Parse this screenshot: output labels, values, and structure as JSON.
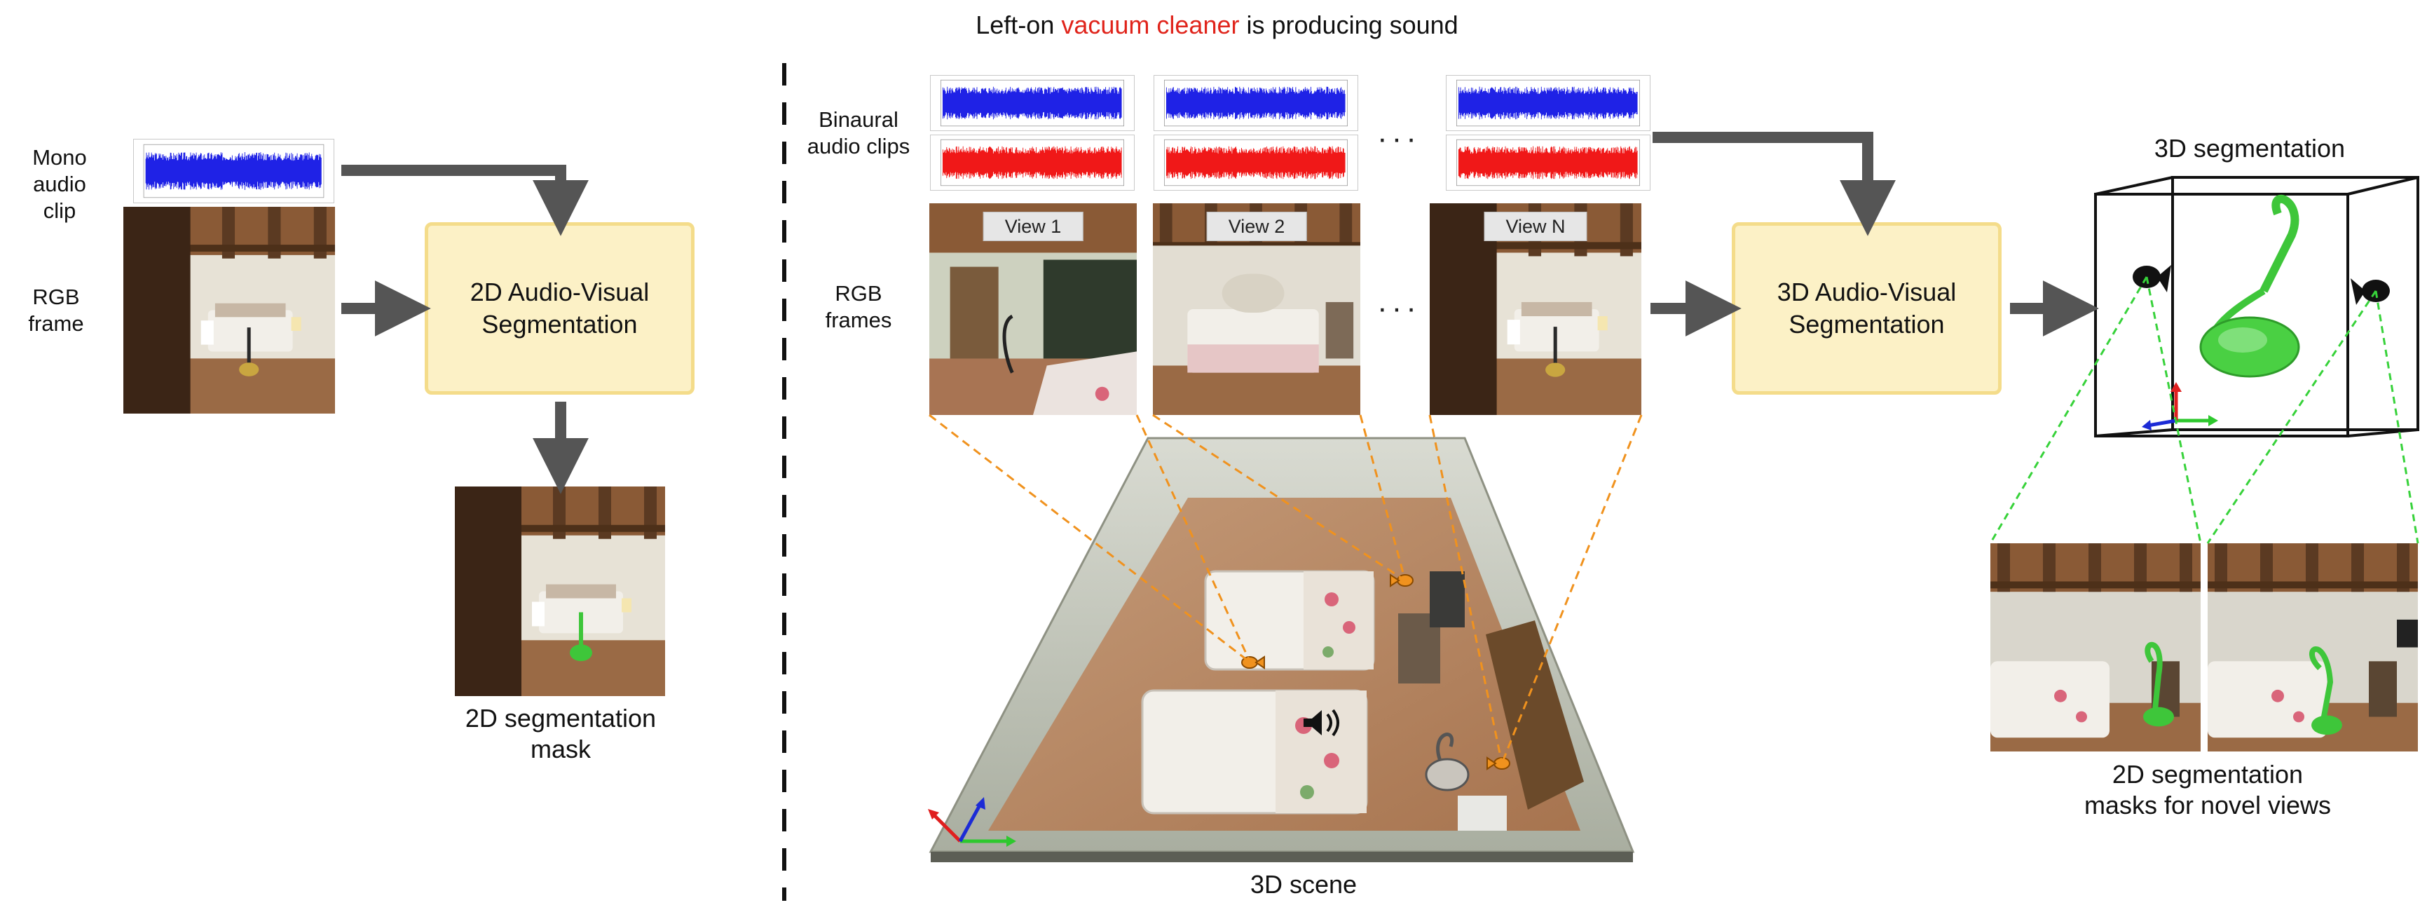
{
  "title": {
    "prefix": "Left-on ",
    "highlight": "vacuum cleaner",
    "suffix": " is producing sound",
    "highlight_color": "#e0241b"
  },
  "left": {
    "mono_label": "Mono\naudio clip",
    "rgb_label": "RGB\nframe",
    "box_label": "2D Audio-Visual\nSegmentation",
    "mask_label": "2D segmentation\nmask"
  },
  "right": {
    "binaural_label": "Binaural\naudio clips",
    "rgb_label": "RGB\nframes",
    "views": [
      "View 1",
      "View 2",
      "View N"
    ],
    "ellipsis": "···",
    "box_label": "3D Audio-Visual\nSegmentation",
    "seg3d_label": "3D segmentation",
    "scene_label": "3D scene",
    "novel_label": "2D segmentation\nmasks for novel views"
  },
  "colors": {
    "arrow": "#555555",
    "box_fill": "#fcf1c6",
    "box_border": "#f4dc8a",
    "wave_blue": "#1f22e6",
    "wave_red": "#f01818",
    "mask_green": "#3ec63a",
    "camera_line_orange": "#f0921e",
    "projection_line_green": "#37d23a",
    "axis_x": "#2ec82e",
    "axis_y": "#e01f1f",
    "axis_z": "#1c2bd6"
  },
  "icons": [
    "speaker-icon",
    "camera-icon",
    "axis-icon"
  ]
}
